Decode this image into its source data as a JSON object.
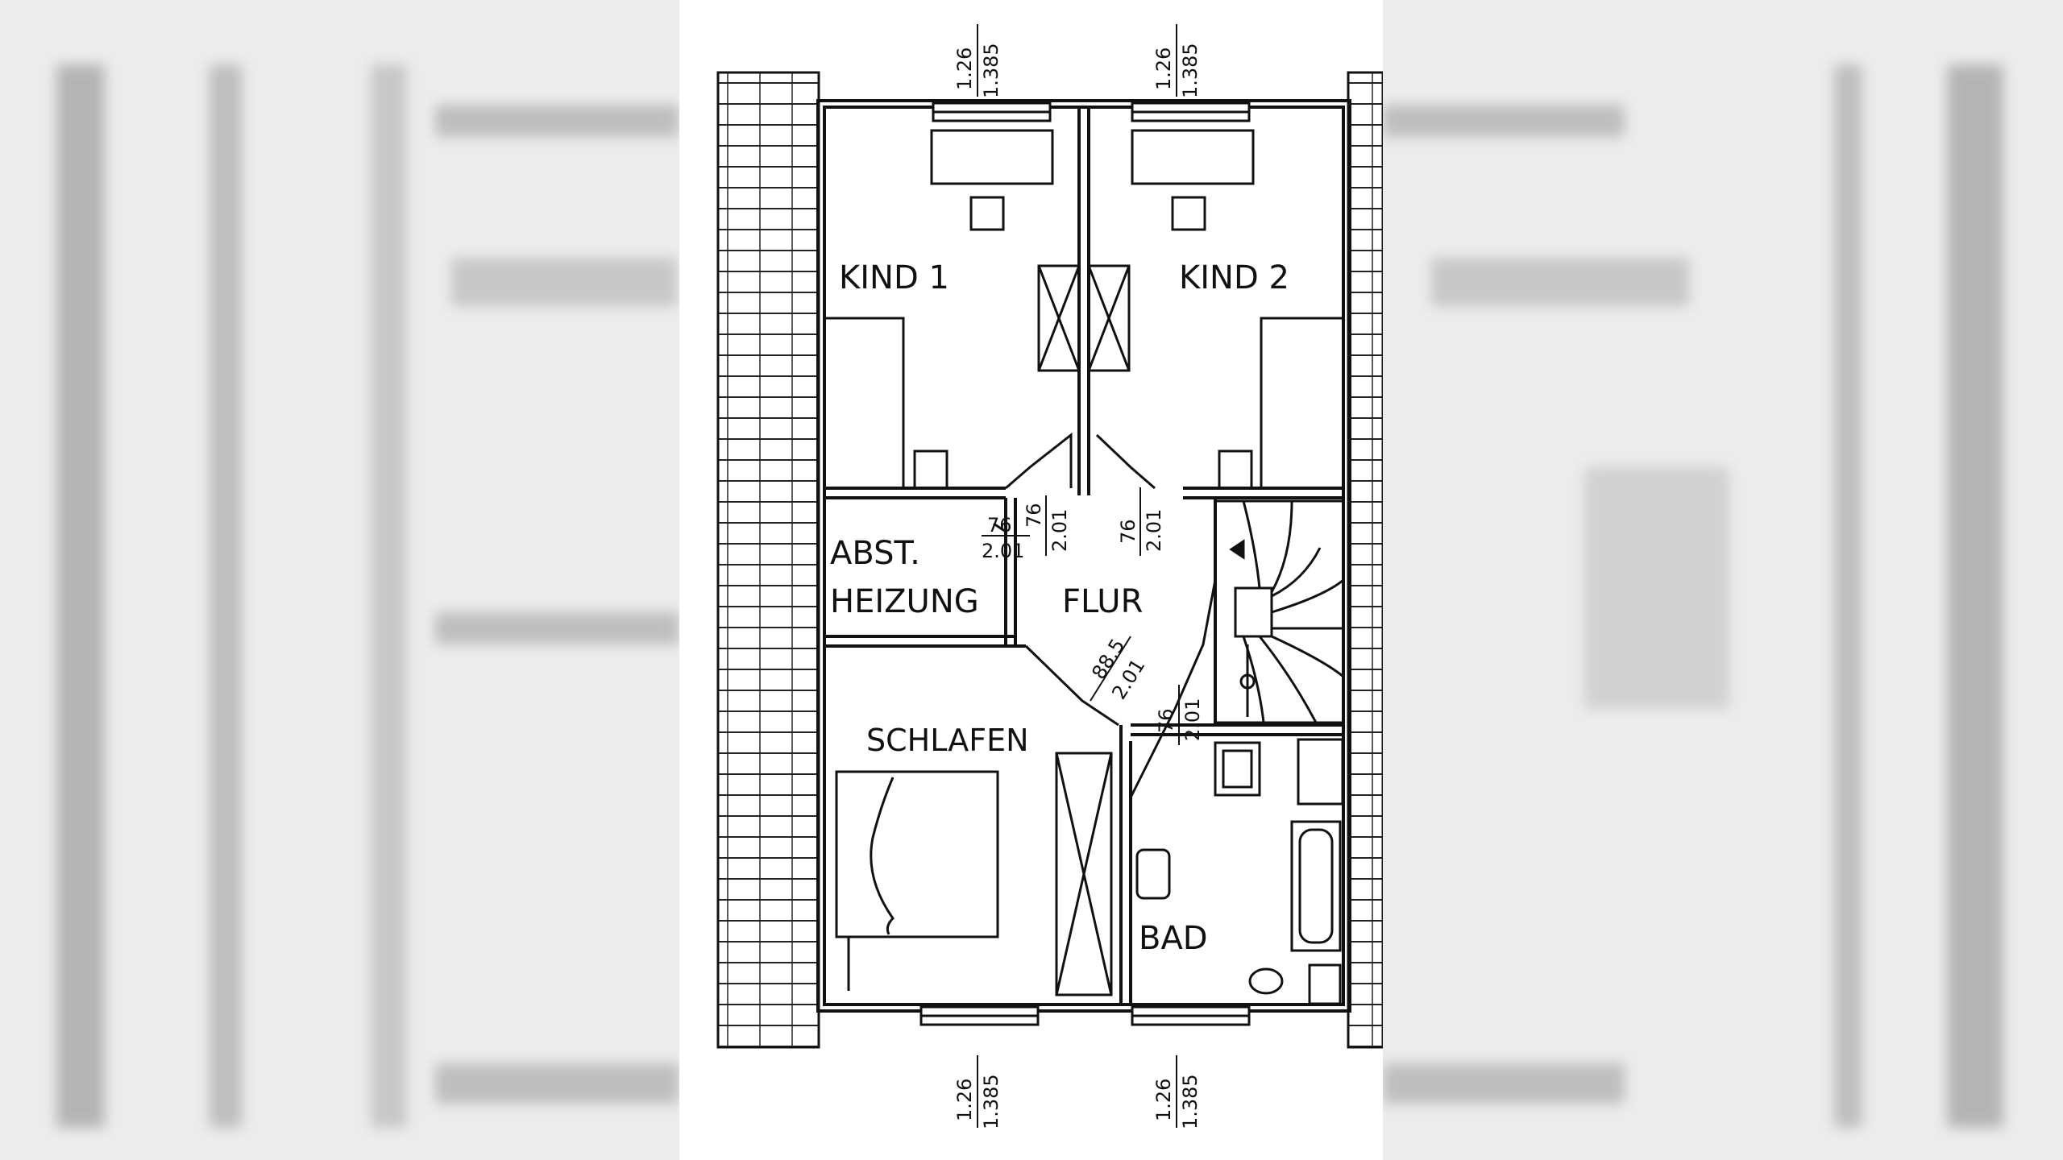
{
  "rooms": {
    "kind1": "KIND 1",
    "kind2": "KIND 2",
    "abst": "ABST.",
    "heizung": "HEIZUNG",
    "flur": "FLUR",
    "schlafen": "SCHLAFEN",
    "bad": "BAD"
  },
  "dimensions": {
    "win_top_left_w": "1.26",
    "win_top_left_h": "1.385",
    "win_top_right_w": "1.26",
    "win_top_right_h": "1.385",
    "win_bottom_left_w": "1.26",
    "win_bottom_left_h": "1.385",
    "win_bottom_right_w": "1.26",
    "win_bottom_right_h": "1.385",
    "door_abst_w": "76",
    "door_abst_h": "2.01",
    "door_kind1_w": "76",
    "door_kind1_h": "2.01",
    "door_kind2_w": "76",
    "door_kind2_h": "2.01",
    "door_schlafen_w": "88.5",
    "door_schlafen_h": "2.01",
    "door_bad_w": "76",
    "door_bad_h": "2.01"
  }
}
